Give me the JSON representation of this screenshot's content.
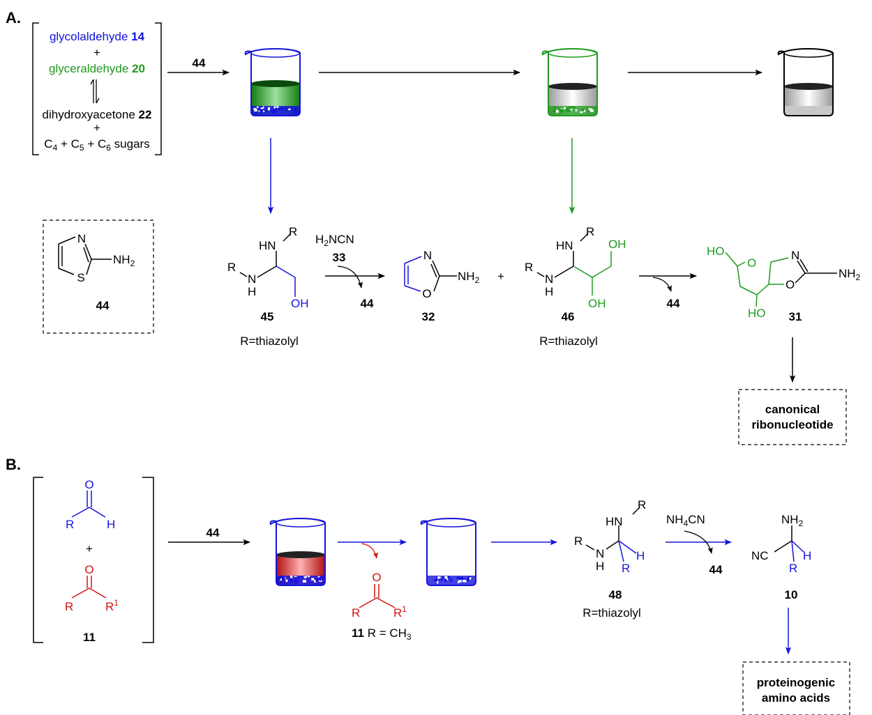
{
  "colors": {
    "blue": "#1414dc",
    "green": "#1e9a1e",
    "red": "#d21414",
    "black": "#000000"
  },
  "panel_a": {
    "label": "A.",
    "bracket": {
      "line1_name": "glycolaldehyde",
      "line1_num": "14",
      "plus1": "+",
      "line2_name": "glyceraldehyde",
      "line2_num": "20",
      "line3_name": "dihydroxyacetone",
      "line3_num": "22",
      "plus2": "+",
      "sugars_pre": "C",
      "sugars_sub1": "4",
      "sugars_mid1": " + C",
      "sugars_sub2": "5",
      "sugars_mid2": " + C",
      "sugars_sub3": "6",
      "sugars_post": " sugars"
    },
    "arrow_reagent": "44",
    "thiazole": {
      "n": "N",
      "s": "S",
      "nh": "NH",
      "nh_sub": "2",
      "num": "44"
    },
    "c45": {
      "hn": "HN",
      "r_top": "R",
      "r_left": "R",
      "n": "N",
      "h": "H",
      "oh": "OH",
      "num": "45",
      "note": "R=thiazolyl"
    },
    "reagent33": {
      "h": "H",
      "h_sub": "2",
      "ncn": "NCN",
      "num": "33",
      "byproduct": "44"
    },
    "c32": {
      "n": "N",
      "o": "O",
      "nh": "NH",
      "nh_sub": "2",
      "num": "32"
    },
    "plus": "+",
    "c46": {
      "hn": "HN",
      "r_top": "R",
      "r_left": "R",
      "n": "N",
      "h": "H",
      "oh1": "OH",
      "oh2": "OH",
      "num": "46",
      "note": "R=thiazolyl"
    },
    "arrow2_byproduct": "44",
    "c31": {
      "ho1": "HO",
      "o_ring": "O",
      "n": "N",
      "nh": "NH",
      "nh_sub": "2",
      "o2": "O",
      "ho2": "HO",
      "num": "31"
    },
    "product_box": {
      "line1": "canonical",
      "line2": "ribonucleotide"
    }
  },
  "panel_b": {
    "label": "B.",
    "ald": {
      "o": "O",
      "r": "R",
      "h": "H"
    },
    "plus": "+",
    "ket": {
      "o": "O",
      "r": "R",
      "r1": "R",
      "r1_sup": "1"
    },
    "bracket_num": "11",
    "arrow_reagent": "44",
    "ket2": {
      "o": "O",
      "r": "R",
      "r1": "R",
      "r1_sup": "1",
      "num": "11",
      "note_pre": " R = CH",
      "note_sub": "3"
    },
    "c48": {
      "hn": "HN",
      "r_top": "R",
      "r_left": "R",
      "n": "N",
      "h": "H",
      "h2": "H",
      "r_bottom": "R",
      "num": "48",
      "note": "R=thiazolyl"
    },
    "reagent": {
      "nh": "NH",
      "nh_sub": "4",
      "cn": "CN",
      "byproduct": "44"
    },
    "c10": {
      "nh": "NH",
      "nh_sub": "2",
      "nc": "NC",
      "h": "H",
      "r": "R",
      "num": "10"
    },
    "product_box": {
      "line1": "proteinogenic",
      "line2": "amino acids"
    }
  }
}
